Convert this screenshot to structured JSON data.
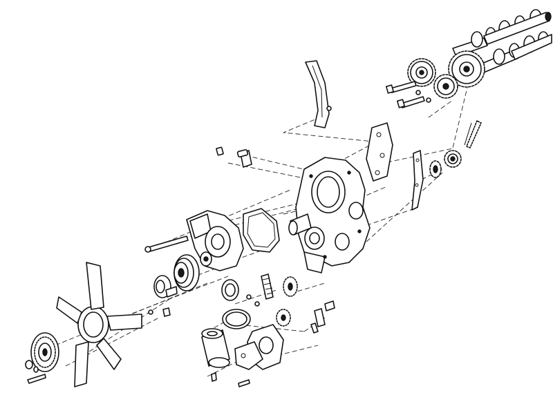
{
  "diagram": {
    "kind": "exploded-view line drawing",
    "ink_color": "#111111",
    "background_color": "#ffffff",
    "parts": [
      "camshafts",
      "camshaft-sprockets",
      "timing-chain",
      "chain-tensioner-blade",
      "front-cover-gasket",
      "timing-cover",
      "crankshaft-sprocket",
      "water-pump",
      "water-pump-gasket",
      "pulley",
      "fan-hub",
      "fan-blade",
      "viscous-coupling",
      "oil-seal",
      "sealing-ring",
      "oil-filter",
      "oil-pump-cover",
      "oil-pump-gears",
      "pressure-relief-valve",
      "bolts"
    ]
  }
}
